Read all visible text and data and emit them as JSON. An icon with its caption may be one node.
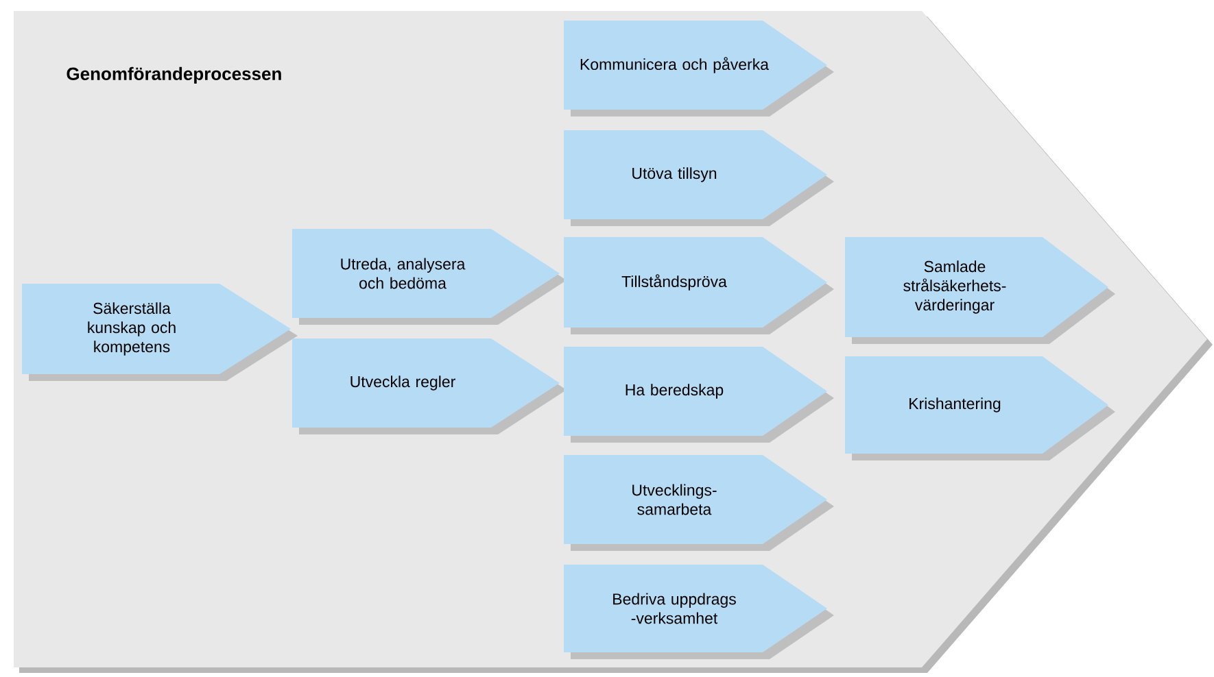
{
  "diagram": {
    "nodes": [
      {
        "text": [
          "Genomförandeprocessen"
        ]
      },
      {
        "text": [
          "Säkerställa kunskap och kompetens"
        ],
        "in": 0
      },
      {
        "text": [
          "Utreda, analysera och bedöma"
        ],
        "in": 0
      },
      {
        "text": [
          "Utveckla regler"
        ],
        "in": 0
      },
      {
        "text": [
          "Kommunicera och påverka"
        ],
        "in": 0
      },
      {
        "text": [
          "Utöva tillsyn"
        ],
        "in": 0
      },
      {
        "text": [
          "Tillståndspröva"
        ],
        "in": 0
      },
      {
        "text": [
          "Ha beredskap"
        ],
        "in": 0
      },
      {
        "text": [
          "Utvecklings- samarbeta"
        ],
        "in": 0
      },
      {
        "text": [
          "Bedriva uppdrags -verksamhet"
        ],
        "in": 0
      },
      {
        "text": [
          "Samlade strålsäkerhets- värderingar"
        ],
        "in": 0
      },
      {
        "text": [
          "Krishantering"
        ],
        "in": 0
      }
    ]
  }
}
